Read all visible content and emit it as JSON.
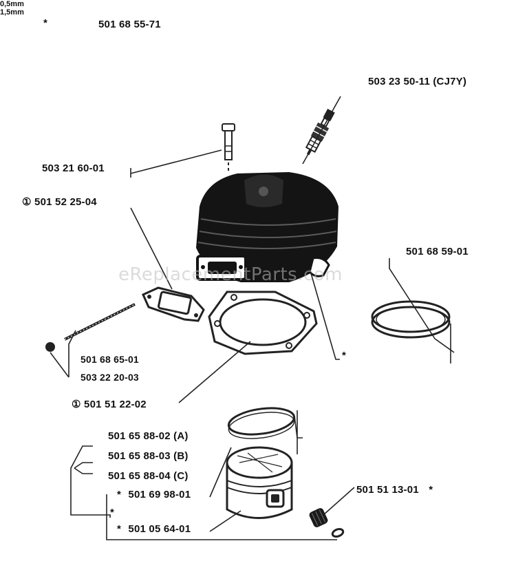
{
  "header": {
    "mark": "*",
    "number": "501 68 55-71"
  },
  "watermark": "eReplacementParts.com",
  "parts": {
    "spark_plug": "503 23 50-11 (CJ7Y)",
    "bolt": "503 21 60-01",
    "gasket_top": "501 52 25-04",
    "ring": "501 68 59-01",
    "ring_thickness": "0,5mm",
    "stud": "501 68 65-01",
    "nut": "503 22 20-03",
    "base_gasket": "501 51 22-02",
    "piston_a": "501 65 88-02 (A)",
    "piston_b": "501 65 88-03 (B)",
    "piston_c": "501 65 88-04 (C)",
    "piston_ring_kit": "501 69 98-01",
    "piston_ring_thickness": "1,5mm",
    "piston_pin": "501 05 64-01",
    "needle_bearing": "501 51 13-01"
  },
  "marks": {
    "circle_mark": "①",
    "star": "*"
  }
}
